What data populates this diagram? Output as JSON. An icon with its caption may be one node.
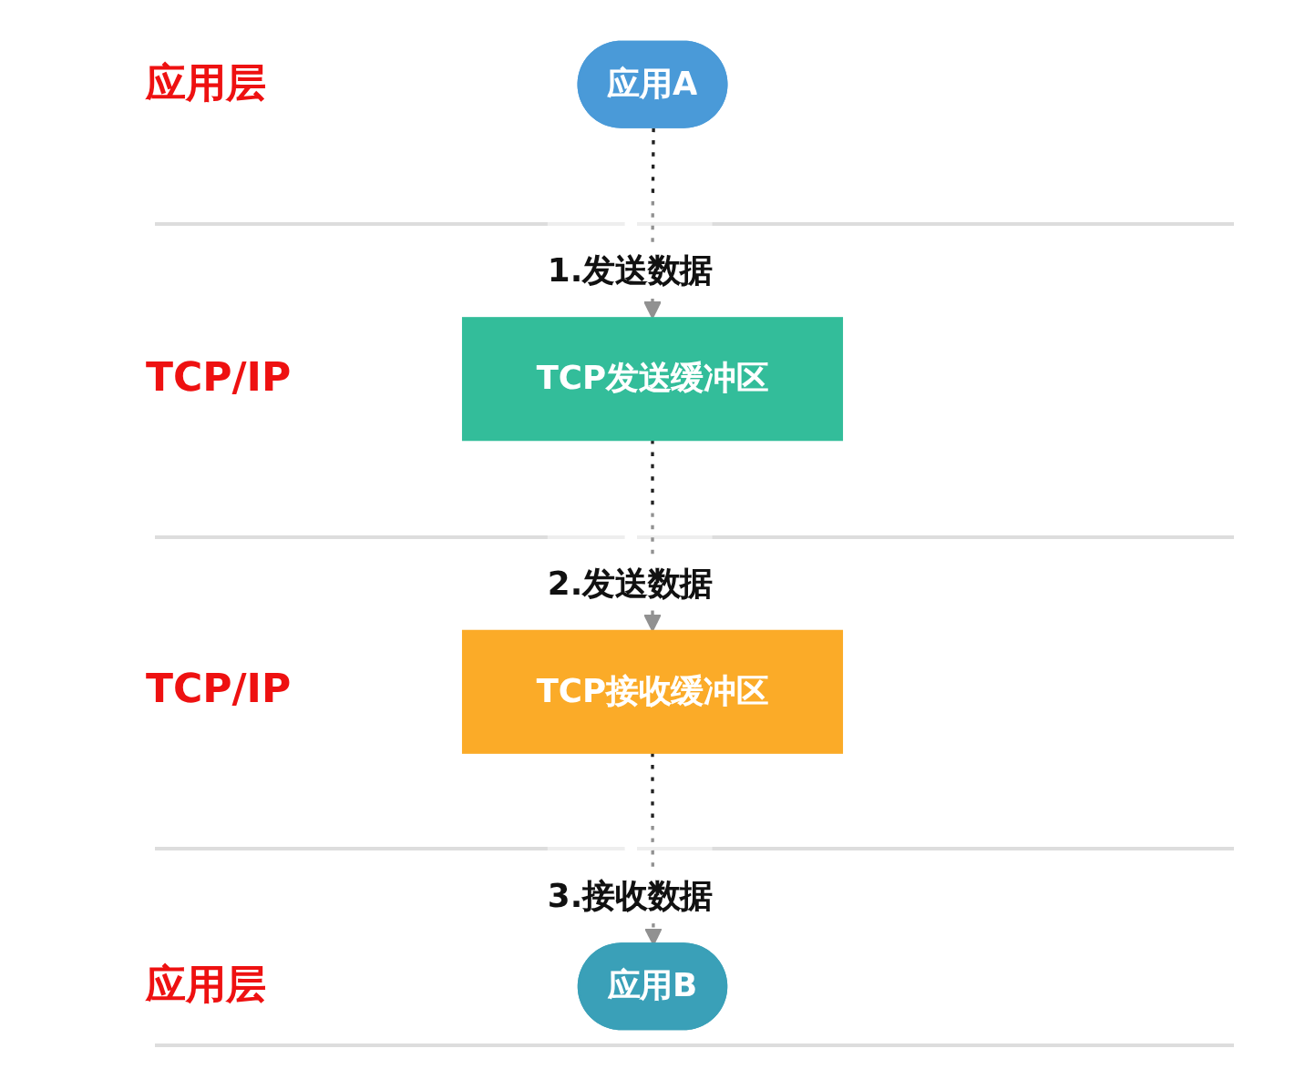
{
  "diagram": {
    "nodes": [
      {
        "text": [
          "应用A"
        ]
      },
      {
        "text": [
          "TCP发送缓冲区"
        ]
      },
      {
        "text": [
          "TCP接收缓冲区"
        ]
      },
      {
        "text": [
          "应用B"
        ]
      }
    ],
    "edges": [
      {
        "from": 0,
        "to": 1,
        "arrow": "to",
        "label": "1.发送数据",
        "style": "dashed"
      },
      {
        "from": 1,
        "to": 2,
        "arrow": "to",
        "label": "2.发送数据",
        "style": "dashed"
      },
      {
        "from": 2,
        "to": 3,
        "arrow": "to",
        "label": "3.接收数据",
        "style": "dashed"
      }
    ],
    "labels": [
      "应用层",
      "TCP/IP",
      "TCP/IP",
      "应用层"
    ]
  }
}
